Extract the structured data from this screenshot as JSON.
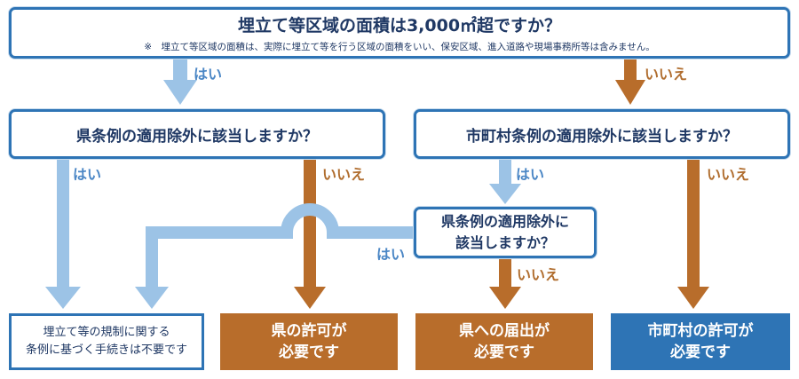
{
  "colors": {
    "yes_arrow": "#9cc3e6",
    "no_arrow": "#b86d2b",
    "box_border": "#2e74b5",
    "result_brown": "#b86d2b",
    "result_blue": "#2e74b5"
  },
  "question_main": {
    "title": "埋立て等区域の面積は3,000㎡超ですか？",
    "note": "※　埋立て等区域の面積は、実際に埋立て等を行う区域の面積をいい、保安区域、進入道路や現場事務所等は含みません。"
  },
  "question_left": "県条例の適用除外に該当しますか？",
  "question_right": "市町村条例の適用除外に該当しますか？",
  "question_mid": {
    "line1": "県条例の適用除外に",
    "line2": "該当しますか？"
  },
  "labels": {
    "yes": "はい",
    "no": "いいえ"
  },
  "results": {
    "not_required": {
      "line1": "埋立て等の規制に関する",
      "line2": "条例に基づく手続きは不要です"
    },
    "pref_permit": {
      "line1": "県の許可が",
      "line2": "必要です"
    },
    "pref_notice": {
      "line1": "県への届出が",
      "line2": "必要です"
    },
    "muni_permit": {
      "line1": "市町村の許可が",
      "line2": "必要です"
    }
  }
}
